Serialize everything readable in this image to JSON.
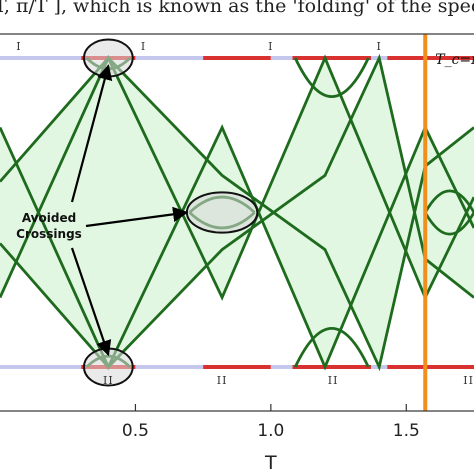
{
  "caption_fragment": "T, π/T ], which is known as the 'folding' of the spectr",
  "chart_data": {
    "type": "line",
    "xlabel": "T",
    "xlim": [
      0.0,
      1.75
    ],
    "ylim": [
      -1,
      1
    ],
    "x_ticks": [
      0.5,
      1.0,
      1.5
    ],
    "x_tick_labels": [
      "0.5",
      "1.0",
      "1.5"
    ],
    "critical_line": {
      "x": 1.57,
      "label": "T_c=π",
      "color": "#f28e1c"
    },
    "band_edges": [
      1,
      -1
    ],
    "band_segments": [
      {
        "edge": "top",
        "from": 0.0,
        "to": 0.3,
        "type": "gap"
      },
      {
        "edge": "top",
        "from": 0.3,
        "to": 0.5,
        "type": "band"
      },
      {
        "edge": "top",
        "from": 0.5,
        "to": 0.75,
        "type": "gap"
      },
      {
        "edge": "top",
        "from": 0.75,
        "to": 1.0,
        "type": "band"
      },
      {
        "edge": "top",
        "from": 1.0,
        "to": 1.08,
        "type": "gap"
      },
      {
        "edge": "top",
        "from": 1.08,
        "to": 1.37,
        "type": "band"
      },
      {
        "edge": "top",
        "from": 1.37,
        "to": 1.43,
        "type": "gap"
      },
      {
        "edge": "top",
        "from": 1.43,
        "to": 1.75,
        "type": "band"
      },
      {
        "edge": "bottom",
        "from": 0.0,
        "to": 0.3,
        "type": "gap"
      },
      {
        "edge": "bottom",
        "from": 0.3,
        "to": 0.5,
        "type": "band"
      },
      {
        "edge": "bottom",
        "from": 0.5,
        "to": 0.75,
        "type": "gap"
      },
      {
        "edge": "bottom",
        "from": 0.75,
        "to": 1.0,
        "type": "band"
      },
      {
        "edge": "bottom",
        "from": 1.0,
        "to": 1.08,
        "type": "gap"
      },
      {
        "edge": "bottom",
        "from": 1.08,
        "to": 1.37,
        "type": "band"
      },
      {
        "edge": "bottom",
        "from": 1.37,
        "to": 1.43,
        "type": "gap"
      },
      {
        "edge": "bottom",
        "from": 1.43,
        "to": 1.75,
        "type": "band"
      }
    ],
    "region_labels": [
      {
        "text": "I",
        "x": 0.07,
        "edge": "top"
      },
      {
        "text": "I",
        "x": 0.53,
        "edge": "top"
      },
      {
        "text": "I",
        "x": 1.0,
        "edge": "top"
      },
      {
        "text": "I",
        "x": 1.4,
        "edge": "top"
      },
      {
        "text": "II",
        "x": 0.4,
        "edge": "bottom"
      },
      {
        "text": "II",
        "x": 0.82,
        "edge": "bottom"
      },
      {
        "text": "II",
        "x": 1.23,
        "edge": "bottom"
      },
      {
        "text": "II",
        "x": 1.73,
        "edge": "bottom"
      }
    ],
    "series": [
      {
        "x": [
          0.0,
          0.4,
          0.82,
          1.2,
          1.57,
          1.75
        ],
        "y": [
          -0.55,
          1.0,
          -0.55,
          1.0,
          -0.55,
          0.1
        ]
      },
      {
        "x": [
          0.0,
          0.4,
          0.82,
          1.2,
          1.57,
          1.75
        ],
        "y": [
          0.55,
          -1.0,
          0.55,
          -1.0,
          0.55,
          -0.1
        ]
      },
      {
        "x": [
          0.0,
          0.4,
          0.82,
          1.2,
          1.4,
          1.57,
          1.75
        ],
        "y": [
          0.2,
          1.0,
          0.24,
          -0.24,
          -1.0,
          0.3,
          0.55
        ]
      },
      {
        "x": [
          0.0,
          0.4,
          0.82,
          1.2,
          1.4,
          1.57,
          1.75
        ],
        "y": [
          -0.2,
          -1.0,
          -0.24,
          0.24,
          1.0,
          -0.3,
          -0.55
        ]
      }
    ],
    "arches": [
      {
        "x_from": 0.32,
        "x_to": 0.48,
        "y": 1.0,
        "depth": -0.07
      },
      {
        "x_from": 0.32,
        "x_to": 0.48,
        "y": -1.0,
        "depth": 0.07
      },
      {
        "x_from": 1.09,
        "x_to": 1.36,
        "y": 1.0,
        "depth": -0.25
      },
      {
        "x_from": 1.09,
        "x_to": 1.36,
        "y": -1.0,
        "depth": 0.25
      },
      {
        "x_from": 0.7,
        "x_to": 0.94,
        "y": 0.0,
        "depth": 0.1
      },
      {
        "x_from": 0.7,
        "x_to": 0.94,
        "y": 0.0,
        "depth": -0.1
      },
      {
        "x_from": 1.57,
        "x_to": 1.75,
        "y": 0.0,
        "depth": 0.14
      },
      {
        "x_from": 1.57,
        "x_to": 1.75,
        "y": 0.0,
        "depth": -0.14
      }
    ],
    "highlight_ellipses": [
      {
        "x": 0.4,
        "y": 1.0,
        "rx": 0.09,
        "ry": 0.12
      },
      {
        "x": 0.4,
        "y": -1.0,
        "rx": 0.09,
        "ry": 0.12
      },
      {
        "x": 0.82,
        "y": 0.0,
        "rx": 0.13,
        "ry": 0.13
      }
    ],
    "annotation": {
      "lines": [
        "Avoided",
        "Crossings"
      ],
      "targets": [
        {
          "x": 0.4,
          "y": 0.95
        },
        {
          "x": 0.69,
          "y": 0.0
        },
        {
          "x": 0.4,
          "y": -0.92
        }
      ]
    },
    "colors": {
      "curve": "#1e6b1e",
      "shading": "#e2f7e2",
      "band": "#d9312f",
      "gap": "#c5c8ec",
      "critical": "#f28e1c",
      "ellipse_fill": "#d8d8d8"
    }
  }
}
